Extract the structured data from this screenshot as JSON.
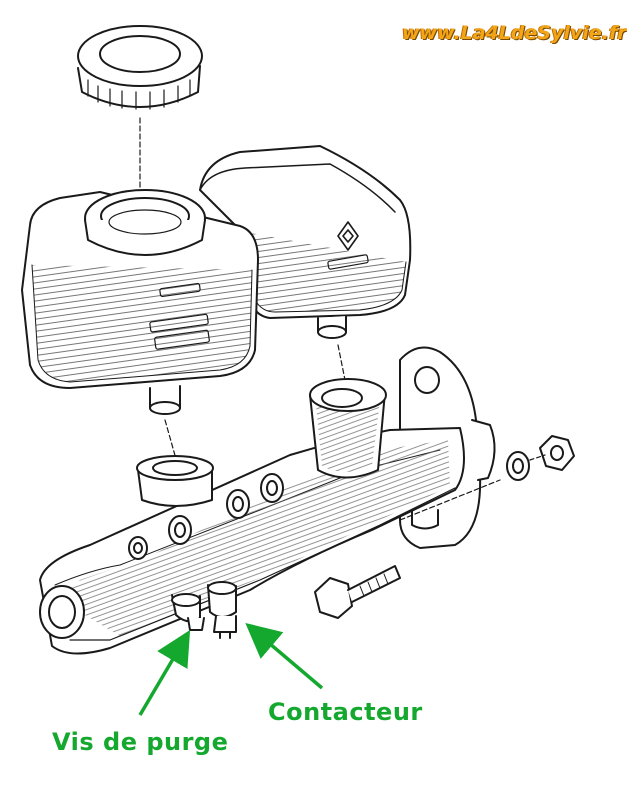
{
  "watermark": "www.La4LdeSylvie.fr",
  "labels": {
    "bleed_screw": "Vis de purge",
    "switch": "Contacteur"
  },
  "colors": {
    "label_green": "#14a82e",
    "watermark_orange": "#f2a516",
    "line_art": "#1a1a1a"
  },
  "icons": [
    "renault-logo-icon"
  ]
}
